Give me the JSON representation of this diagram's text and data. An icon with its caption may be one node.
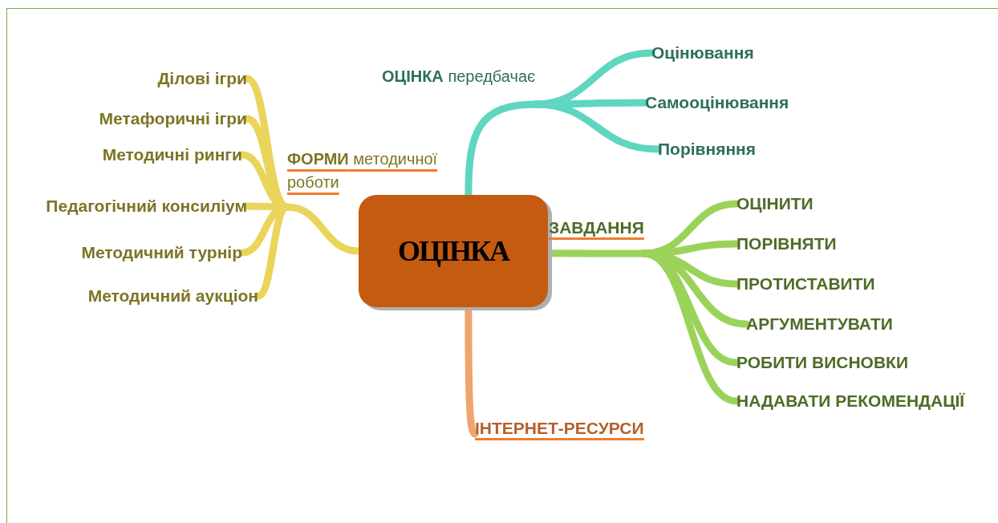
{
  "diagram": {
    "nodes": [
      {
        "text": [
          "ОЦІНКА"
        ]
      },
      {
        "text": [
          "**ОЦІНКА** передбачає"
        ]
      },
      {
        "text": [
          "Оцінювання"
        ]
      },
      {
        "text": [
          "Самооцінювання"
        ]
      },
      {
        "text": [
          "Порівняння"
        ]
      },
      {
        "text": [
          "ЗАВДАННЯ"
        ]
      },
      {
        "text": [
          "ОЦІНИТИ"
        ]
      },
      {
        "text": [
          "ПОРІВНЯТИ"
        ]
      },
      {
        "text": [
          "ПРОТИСТАВИТИ"
        ]
      },
      {
        "text": [
          "АРГУМЕНТУВАТИ"
        ]
      },
      {
        "text": [
          "РОБИТИ ВИСНОВКИ"
        ]
      },
      {
        "text": [
          "НАДАВАТИ РЕКОМЕНДАЦІЇ"
        ]
      },
      {
        "text": [
          "**ФОРМИ** методичної роботи"
        ]
      },
      {
        "text": [
          "Ділові ігри"
        ]
      },
      {
        "text": [
          "Метафоричні ігри"
        ]
      },
      {
        "text": [
          "Методичні ринги"
        ]
      },
      {
        "text": [
          "Педагогічний консиліум"
        ]
      },
      {
        "text": [
          "Методичний турнір"
        ]
      },
      {
        "text": [
          "Методичний аукціон"
        ]
      },
      {
        "text": [
          "ІНТЕРНЕТ-РЕСУРСИ"
        ]
      }
    ],
    "edges": [
      {
        "from": 0,
        "to": 1,
        "arrow": "none",
        "color": "#5fd6c0"
      },
      {
        "from": 1,
        "to": 2,
        "arrow": "none",
        "color": "#5fd6c0"
      },
      {
        "from": 1,
        "to": 3,
        "arrow": "none",
        "color": "#5fd6c0"
      },
      {
        "from": 1,
        "to": 4,
        "arrow": "none",
        "color": "#5fd6c0"
      },
      {
        "from": 0,
        "to": 5,
        "arrow": "none",
        "color": "#9bd35a"
      },
      {
        "from": 5,
        "to": 6,
        "arrow": "none",
        "color": "#9bd35a"
      },
      {
        "from": 5,
        "to": 7,
        "arrow": "none",
        "color": "#9bd35a"
      },
      {
        "from": 5,
        "to": 8,
        "arrow": "none",
        "color": "#9bd35a"
      },
      {
        "from": 5,
        "to": 9,
        "arrow": "none",
        "color": "#9bd35a"
      },
      {
        "from": 5,
        "to": 10,
        "arrow": "none",
        "color": "#9bd35a"
      },
      {
        "from": 5,
        "to": 11,
        "arrow": "none",
        "color": "#9bd35a"
      },
      {
        "from": 0,
        "to": 12,
        "arrow": "none",
        "color": "#ead55a"
      },
      {
        "from": 12,
        "to": 13,
        "arrow": "none",
        "color": "#ead55a"
      },
      {
        "from": 12,
        "to": 14,
        "arrow": "none",
        "color": "#ead55a"
      },
      {
        "from": 12,
        "to": 15,
        "arrow": "none",
        "color": "#ead55a"
      },
      {
        "from": 12,
        "to": 16,
        "arrow": "none",
        "color": "#ead55a"
      },
      {
        "from": 12,
        "to": 17,
        "arrow": "none",
        "color": "#ead55a"
      },
      {
        "from": 12,
        "to": 18,
        "arrow": "none",
        "color": "#ead55a"
      },
      {
        "from": 0,
        "to": 19,
        "arrow": "none",
        "color": "#f0a46e"
      }
    ]
  }
}
